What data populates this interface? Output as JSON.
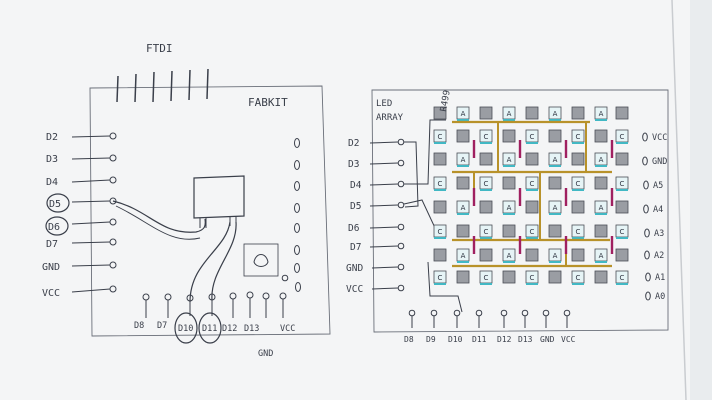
{
  "left": {
    "header_label": "FTDI",
    "board_label": "FABKIT",
    "left_pins": [
      "D2",
      "D3",
      "D4",
      "D5",
      "D6",
      "D7",
      "GND",
      "VCC"
    ],
    "bottom_pins": [
      "D8",
      "D7",
      "D10",
      "D11",
      "D12",
      "D13",
      "VCC"
    ],
    "bottom_sub": "GND"
  },
  "right": {
    "title_line1": "LED",
    "title_line2": "ARRAY",
    "resistor_label": "R499",
    "left_pins": [
      "D2",
      "D3",
      "D4",
      "D5",
      "D6",
      "D7",
      "GND",
      "VCC"
    ],
    "right_pins": [
      "VCC",
      "GND",
      "A5",
      "A4",
      "A3",
      "A2",
      "A1",
      "A0"
    ],
    "bottom_pins": [
      "D8",
      "D9",
      "D10",
      "D11",
      "D12",
      "D13",
      "GND",
      "VCC"
    ],
    "anode_letter": "A",
    "cathode_letter": "C"
  },
  "colors": {
    "paper": "#f4f5f6",
    "ink": "#3a3f4a",
    "trace": "#b8922a",
    "link": "#a02060",
    "pad": "#7d8086",
    "cyan": "#41b8c4"
  }
}
